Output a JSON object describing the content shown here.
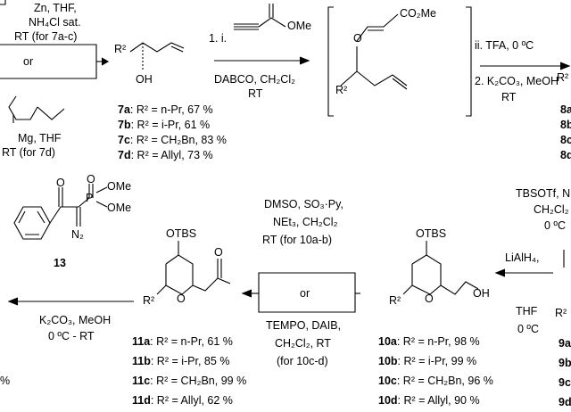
{
  "step1": {
    "line1": "Zn, THF,",
    "line2": "NH₄Cl sat.",
    "line3": "RT (for 7a-c)",
    "or": "or",
    "line4": "Mg, THF",
    "line5": "RT (for 7d)"
  },
  "compound7": {
    "oh": "OH",
    "r2": "R²",
    "entries": [
      {
        "id": "7a",
        "text": ": R² = n-Pr, 67 %"
      },
      {
        "id": "7b",
        "text": ": R² = i-Pr, 61 %"
      },
      {
        "id": "7c",
        "text": ": R² = CH₂Bn, 83 %"
      },
      {
        "id": "7d",
        "text": ": R² = Allyl, 73 %"
      }
    ]
  },
  "step2": {
    "above": "1. i.",
    "ome": "OMe",
    "below1": "DABCO, CH₂Cl₂",
    "below2": "RT"
  },
  "intermediate": {
    "o": "O",
    "co2me": "CO₂Me",
    "r2": "R²"
  },
  "step3": {
    "above": "ii. TFA, 0 ºC",
    "below1": "2. K₂CO₃, MeOH",
    "below2": "RT"
  },
  "compound8": {
    "r2": "R²",
    "ids": [
      "8a",
      "8b",
      "8c",
      "8d"
    ]
  },
  "step4": {
    "line1": "TBSOTf, N",
    "line2": "CH₂Cl₂",
    "line3": "0 ºC"
  },
  "step5": {
    "line1": "LiAlH₄,",
    "line2": "THF",
    "line3": "0 ºC"
  },
  "compound9": {
    "r2": "R²",
    "ids": [
      "9a",
      "9b",
      "9c",
      "9d"
    ]
  },
  "compound10": {
    "otbs": "OTBS",
    "oh": "OH",
    "o": "O",
    "r2": "R²",
    "entries": [
      {
        "id": "10a",
        "text": ": R² = n-Pr, 98 %"
      },
      {
        "id": "10b",
        "text": ": R² = i-Pr, 99 %"
      },
      {
        "id": "10c",
        "text": ": R² = CH₂Bn, 96 %"
      },
      {
        "id": "10d",
        "text": ": R² = Allyl, 90 %"
      }
    ]
  },
  "step6": {
    "line1": "DMSO, SO₃·Py,",
    "line2": "NEt₃, CH₂Cl₂",
    "line3": "RT (for 10a-b)",
    "or": "or",
    "line4": "TEMPO, DAIB,",
    "line5": "CH₂Cl₂, RT",
    "line6": "(for 10c-d)"
  },
  "compound11": {
    "otbs": "OTBS",
    "o_ring": "O",
    "o_ald": "O",
    "r2": "R²",
    "entries": [
      {
        "id": "11a",
        "text": ": R² = n-Pr, 61 %"
      },
      {
        "id": "11b",
        "text": ": R² = i-Pr, 85 %"
      },
      {
        "id": "11c",
        "text": ": R² = CH₂Bn, 99 %"
      },
      {
        "id": "11d",
        "text": ": R² = Allyl, 62 %"
      }
    ]
  },
  "compound13": {
    "ome1": "OMe",
    "ome2": "OMe",
    "p": "P",
    "o1": "O",
    "o2": "O",
    "n2": "N₂",
    "label": "13"
  },
  "step7": {
    "line1": "K₂CO₃, MeOH",
    "line2": "0 ºC - RT"
  },
  "left_cut": {
    "pct": "%"
  }
}
